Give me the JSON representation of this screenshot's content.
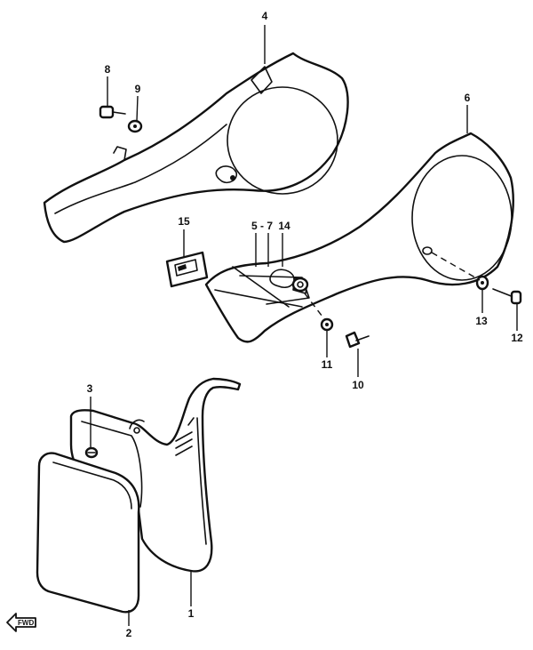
{
  "part_labels": {
    "p1": "1",
    "p2": "2",
    "p3": "3",
    "p4": "4",
    "p5_7": "5 - 7",
    "p6": "6",
    "p8": "8",
    "p9": "9",
    "p10": "10",
    "p11": "11",
    "p12": "12",
    "p13": "13",
    "p14": "14",
    "p15": "15"
  },
  "direction_marker": {
    "text": "FWD",
    "icon": "forward-arrow-icon"
  },
  "colors": {
    "line": "#111111",
    "background": "#ffffff"
  }
}
